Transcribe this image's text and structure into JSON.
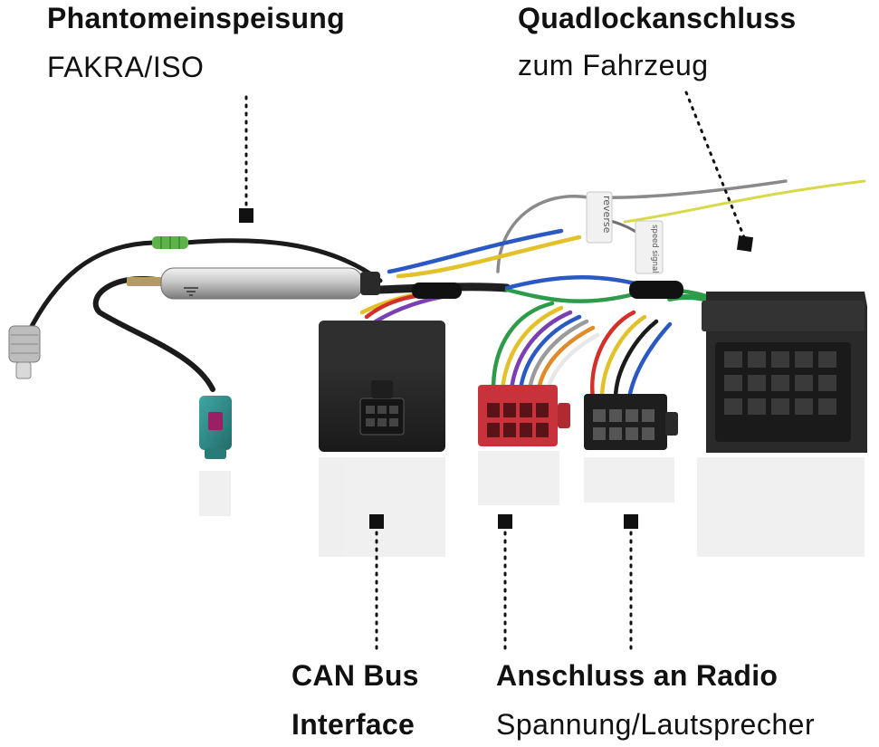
{
  "labels": {
    "phantom_title": "Phantomeinspeisung",
    "phantom_sub": "FAKRA/ISO",
    "quad_title": "Quadlockanschluss",
    "quad_sub": "zum Fahrzeug",
    "can_line1": "CAN Bus",
    "can_line2": "Interface",
    "radio_title": "Anschluss an Radio",
    "radio_sub": "Spannung/Lautsprecher"
  },
  "wire_tags": {
    "reverse": "reverse",
    "speed": "speed signal"
  },
  "colors": {
    "text": "#111111",
    "housing_black": "#222222",
    "iso_red": "#c8323a",
    "fakra_teal": "#2f8f8c",
    "wire_green": "#2e9b4a",
    "wire_yellow": "#e3c12a",
    "wire_blue": "#2b59c3",
    "wire_red": "#d2312b",
    "wire_violet": "#7a3fb0",
    "wire_gray": "#7d7d7d"
  }
}
